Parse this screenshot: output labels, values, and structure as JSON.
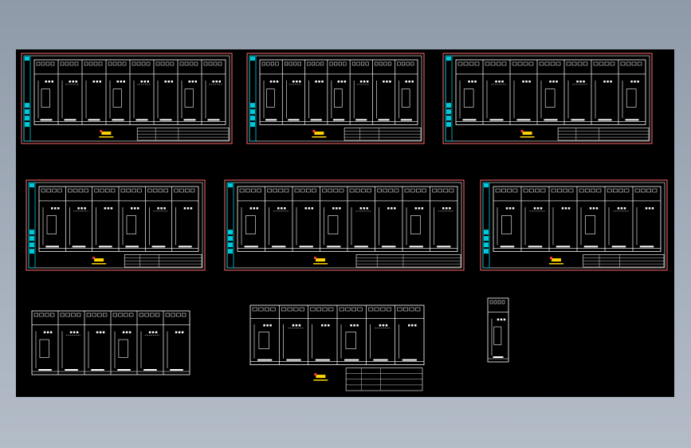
{
  "viewport": {
    "background": "#000000",
    "border_color": "#ff6b6b",
    "line_color": "#ffffff",
    "accent_cyan": "#00c8d8",
    "logo_color": "#ffd400"
  },
  "sheets": [
    {
      "id": "sheet-1",
      "panels": 8,
      "bordered": true,
      "title_block": true
    },
    {
      "id": "sheet-2",
      "panels": 7,
      "bordered": true,
      "title_block": true
    },
    {
      "id": "sheet-3",
      "panels": 7,
      "bordered": true,
      "title_block": true
    },
    {
      "id": "sheet-4",
      "panels": 6,
      "bordered": true,
      "title_block": true
    },
    {
      "id": "sheet-5",
      "panels": 8,
      "bordered": true,
      "title_block": true
    },
    {
      "id": "sheet-6",
      "panels": 6,
      "bordered": true,
      "title_block": true
    },
    {
      "id": "sheet-7",
      "panels": 6,
      "bordered": false,
      "title_block": false
    },
    {
      "id": "sheet-8",
      "panels": 6,
      "bordered": false,
      "title_block": true
    },
    {
      "id": "sheet-9",
      "panels": 1,
      "bordered": false,
      "title_block": false
    }
  ]
}
